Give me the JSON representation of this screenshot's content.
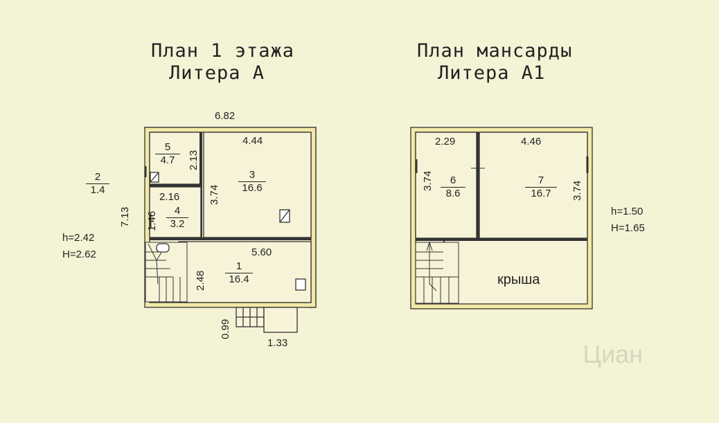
{
  "plan1": {
    "title_line1": "План 1 этажа",
    "title_line2": "Литера А",
    "dim_top": "6.82",
    "dim_left": "7.13",
    "dim_bottom": "1.33",
    "dim_bottom_vert": "0.99",
    "room_outside": {
      "num": "2",
      "area": "1.4"
    },
    "h": "h=2.42",
    "H": "H=2.62",
    "rooms": [
      {
        "num": "5",
        "area": "4.7",
        "dim": "2.13"
      },
      {
        "num": "3",
        "area": "16.6",
        "dim_w": "4.44",
        "dim_h": "3.74"
      },
      {
        "num": "4",
        "area": "3.2",
        "dim_w": "2.16",
        "dim_h": "1.46"
      },
      {
        "num": "1",
        "area": "16.4",
        "dim_w": "5.60",
        "dim_h": "2.48"
      }
    ]
  },
  "plan2": {
    "title_line1": "План мансарды",
    "title_line2": "Литера А1",
    "h": "h=1.50",
    "H": "H=1.65",
    "roof_label": "крыша",
    "rooms": [
      {
        "num": "6",
        "area": "8.6",
        "dim_w": "2.29",
        "dim_h": "3.74"
      },
      {
        "num": "7",
        "area": "16.7",
        "dim_w": "4.46",
        "dim_h": "3.74"
      }
    ]
  },
  "watermark": "Циан",
  "colors": {
    "background": "#f5f3d6",
    "wall_fill": "#f2e9a6",
    "line": "#333333"
  }
}
